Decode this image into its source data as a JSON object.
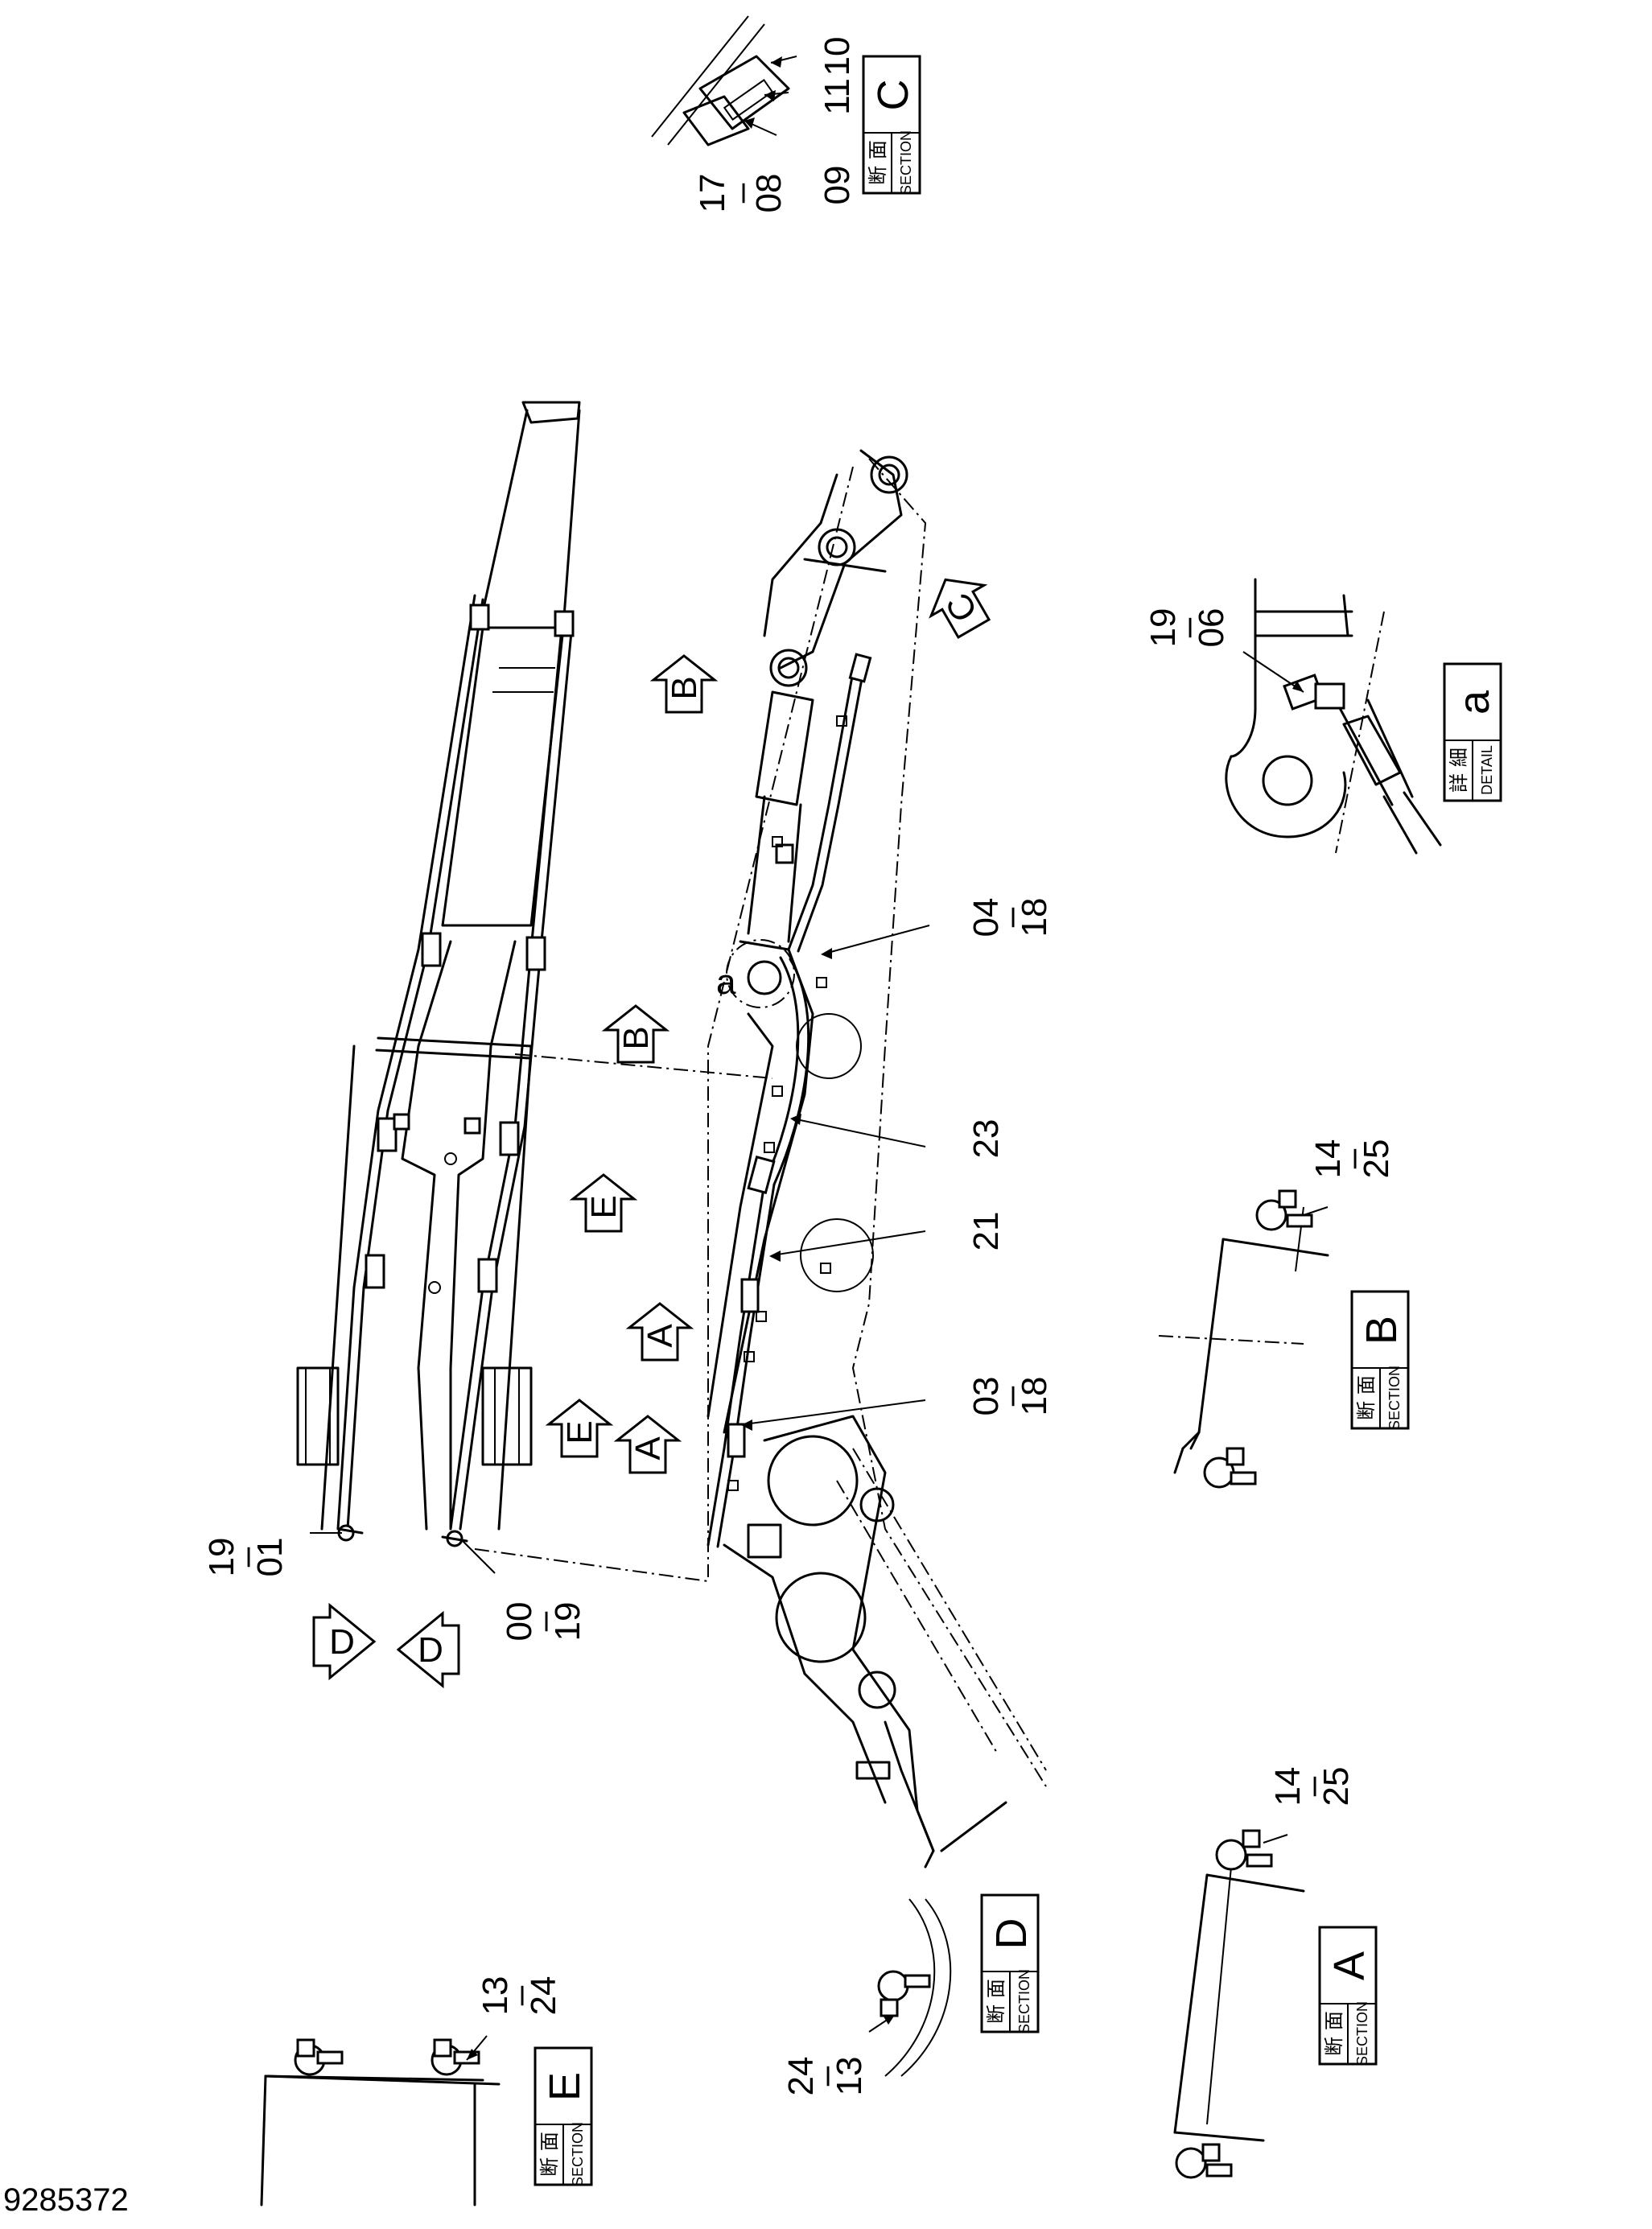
{
  "drawing_number": "9285372",
  "part_labels": {
    "c_10": "10",
    "c_11": "11",
    "c_17": "17",
    "c_08": "08",
    "c_09": "09",
    "a_19": "19",
    "a_06": "06",
    "p_04": "04",
    "p_18a": "18",
    "p_23": "23",
    "p_14b": "14",
    "p_25b": "25",
    "p_21": "21",
    "p_03": "03",
    "p_18b": "18",
    "p_19l": "19",
    "p_01": "01",
    "p_00": "00",
    "p_19r": "19",
    "p_14a": "14",
    "p_25a": "25",
    "p_13e": "13",
    "p_24e": "24",
    "p_24d": "24",
    "p_13d": "13",
    "dash": "–"
  },
  "view_arrows": {
    "a1": "A",
    "a2": "A",
    "b1": "B",
    "b2": "B",
    "c": "C",
    "d1": "D",
    "d2": "D",
    "e1": "E",
    "e2": "E",
    "detail_a": "a"
  },
  "section_boxes": {
    "section_word": "SECTION",
    "detail_word": "DETAIL",
    "section_kanji": "断 面",
    "detail_kanji": "詳 細",
    "c": "C",
    "b": "B",
    "d": "D",
    "a": "A",
    "e": "E",
    "detail": "a"
  }
}
